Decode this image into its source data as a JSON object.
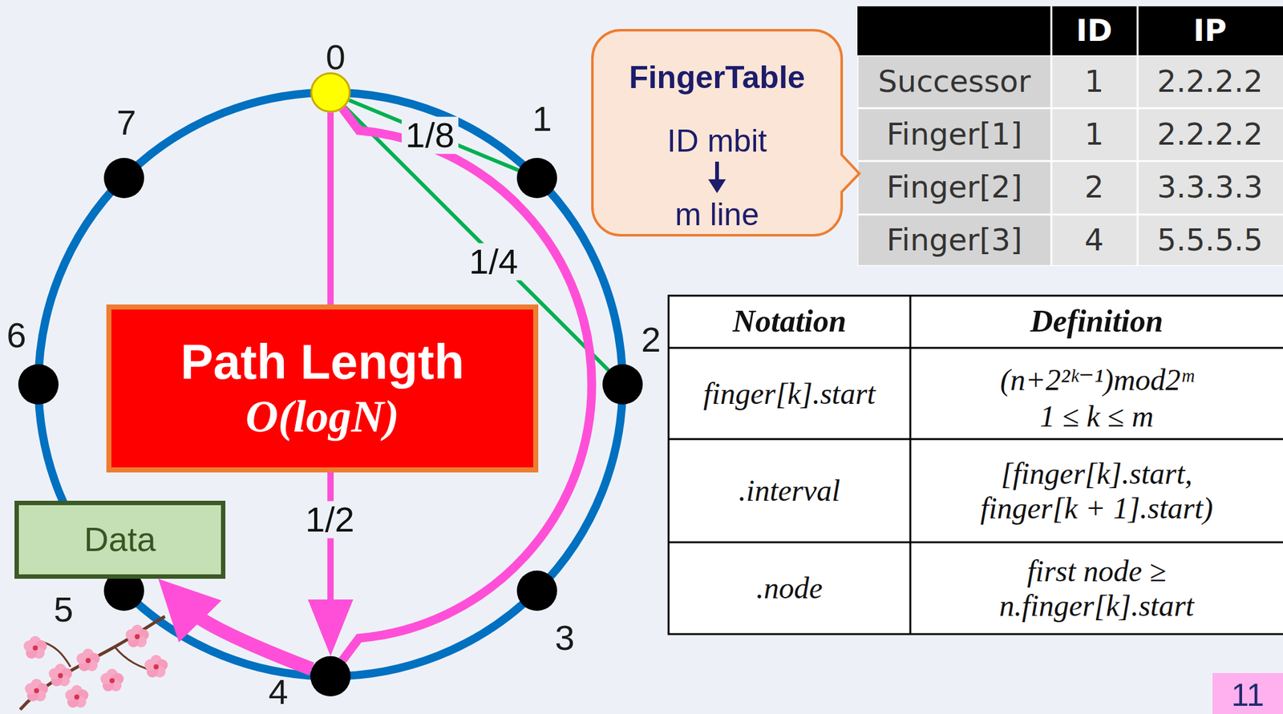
{
  "diagram": {
    "nodes": [
      {
        "text": [
          "0"
        ]
      },
      {
        "text": [
          "1"
        ]
      },
      {
        "text": [
          "2"
        ]
      },
      {
        "text": [
          "3"
        ]
      },
      {
        "text": [
          "4"
        ]
      },
      {
        "text": [
          "5"
        ]
      },
      {
        "text": [
          "6"
        ]
      },
      {
        "text": [
          "7"
        ]
      },
      {
        "text": [
          "Path Length",
          "O(logN)"
        ]
      },
      {
        "text": [
          "Data"
        ]
      },
      {
        "text": [
          "FingerTable",
          "ID mbit",
          "m line"
        ]
      },
      {
        "text": [
          "11"
        ]
      }
    ],
    "edges": [
      {
        "from": 0,
        "to": 1,
        "label": "1/8",
        "arrow": "none"
      },
      {
        "from": 0,
        "to": 2,
        "label": "1/4",
        "arrow": "none"
      },
      {
        "from": 0,
        "to": 4,
        "label": "1/2",
        "arrow": "to"
      },
      {
        "from": 0,
        "to": 4,
        "arrow": "none"
      },
      {
        "from": 4,
        "to": 9,
        "arrow": "to"
      }
    ],
    "labels": [
      "ID",
      "IP",
      "Successor",
      "1",
      "2.2.2.2",
      "Finger[1]",
      "1",
      "2.2.2.2",
      "Finger[2]",
      "2",
      "3.3.3.3",
      "Finger[3]",
      "4",
      "5.5.5.5",
      "Notation",
      "Definition",
      "finger[k].start",
      "(n+2²ᵏ⁻¹)mod2ᵐ",
      "1 ≤ k ≤ m",
      ".interval",
      "[finger[k].start, finger[k + 1].start)",
      ".node",
      "first node ≥ n.finger[k].start"
    ]
  }
}
